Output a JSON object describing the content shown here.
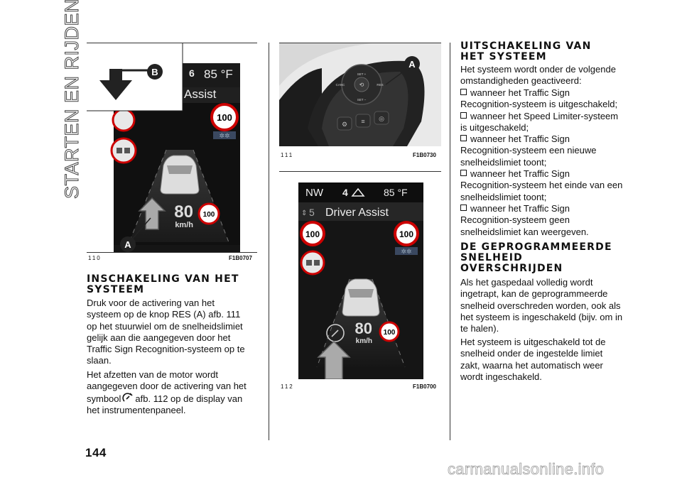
{
  "chapter_title": "STARTEN EN RIJDEN",
  "page_number": "144",
  "figures": {
    "f110": {
      "number": "110",
      "code": "F1B0707",
      "callouts": [
        "B",
        "A"
      ],
      "display": {
        "gear": "6",
        "temperature": "85 °F",
        "assist": "Assist",
        "sign_top": "100",
        "speed_value": "80",
        "speed_unit": "km/h",
        "sign_bottom": "100"
      }
    },
    "f111": {
      "number": "111",
      "code": "F1B0730",
      "callout": "A",
      "buttons": [
        "SET +",
        "CANC",
        "RES",
        "SET −"
      ]
    },
    "f112": {
      "number": "112",
      "code": "F1B0700",
      "display": {
        "heading": "NW",
        "gear": "4",
        "temperature": "85 °F",
        "mode_num": "5",
        "mode_label": "Driver Assist",
        "sign_left": "100",
        "sign_right": "100",
        "speed_value": "80",
        "speed_unit": "km/h",
        "sign_bottom": "100"
      }
    }
  },
  "col1": {
    "heading": "INSCHAKELING VAN HET SYSTEEM",
    "para1": [
      "Druk voor de activering van het",
      "systeem op de knop RES (A) afb. 111",
      "op het stuurwiel om de snelheidslimiet",
      "gelijk aan die aangegeven door het",
      "Traffic Sign Recognition-systeem op te",
      "slaan."
    ],
    "para2": [
      "Het afzetten van de motor wordt",
      "aangegeven door de activering van het"
    ],
    "para2_sym_before": "symbool",
    "para2_sym_after": "afb. 112 op de display van",
    "para2_last": "het instrumentenpaneel."
  },
  "col3": {
    "heading1": [
      "UITSCHAKELING VAN",
      "HET SYSTEEM"
    ],
    "intro": [
      "Het systeem wordt onder de volgende",
      "omstandigheden geactiveerd:"
    ],
    "bullets": [
      [
        "wanneer het Traffic Sign",
        "Recognition-systeem is uitgeschakeld;"
      ],
      [
        "wanneer het Speed Limiter-systeem",
        "is uitgeschakeld;"
      ],
      [
        "wanneer het Traffic Sign",
        "Recognition-systeem een nieuwe",
        "snelheidslimiet toont;"
      ],
      [
        "wanneer het Traffic Sign",
        "Recognition-systeem het einde van een",
        "snelheidslimiet toont;"
      ],
      [
        "wanneer het Traffic Sign",
        "Recognition-systeem geen",
        "snelheidslimiet kan weergeven."
      ]
    ],
    "heading2": [
      "DE GEPROGRAMMEERDE",
      "SNELHEID",
      "OVERSCHRIJDEN"
    ],
    "para1": [
      "Als het gaspedaal volledig wordt",
      "ingetrapt, kan de geprogrammeerde",
      "snelheid overschreden worden, ook als",
      "het systeem is ingeschakeld (bijv. om in",
      "te halen)."
    ],
    "para2": [
      "Het systeem is uitgeschakeld tot de",
      "snelheid onder de ingestelde limiet",
      "zakt, waarna het automatisch weer",
      "wordt ingeschakeld."
    ]
  },
  "watermark": "carmanualsonline.info"
}
